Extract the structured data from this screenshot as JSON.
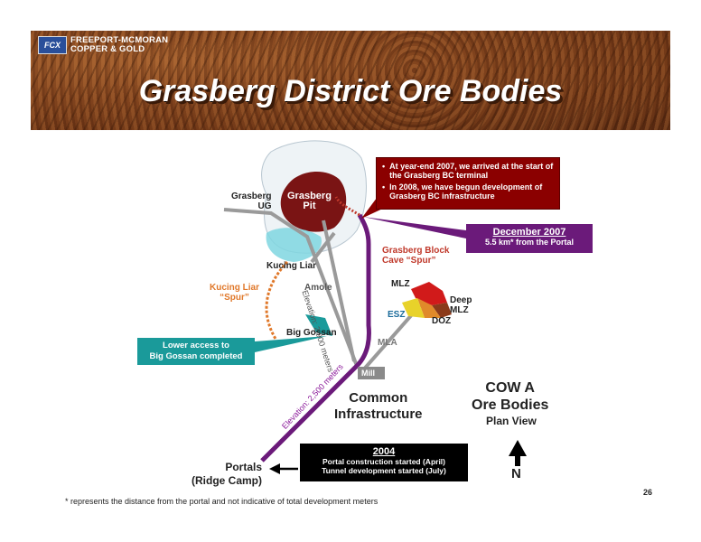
{
  "header": {
    "logo_mark": "FCX",
    "logo_line1": "FREEPORT-MCMORAN",
    "logo_line2": "COPPER & GOLD",
    "title": "Grasberg District Ore Bodies"
  },
  "labels": {
    "grasberg_ug": "Grasberg\nUG",
    "grasberg_pit": "Grasberg\nPit",
    "kucing_liar": "Kucing Liar",
    "kucing_liar_spur": "Kucing Liar\n“Spur”",
    "amole": "Amole",
    "big_gossan": "Big Gossan",
    "grasberg_block_cave_spur": "Grasberg Block\nCave “Spur”",
    "mlz": "MLZ",
    "deep_mlz": "Deep\nMLZ",
    "esz": "ESZ",
    "doz": "DOZ",
    "mla": "MLA",
    "mill": "Mill",
    "elevation_2900": "Elevation: 2,900  meters",
    "elevation_2500": "Elevation: 2,500 meters",
    "common_infrastructure": "Common\nInfrastructure",
    "portals": "Portals\n(Ridge Camp)",
    "cowa_title": "COW A\nOre Bodies",
    "plan_view": "Plan View",
    "north": "N"
  },
  "callouts": {
    "yearend_bullets": [
      "At year-end 2007, we arrived at the start of the Grasberg BC terminal",
      "In 2008, we have begun development of Grasberg BC infrastructure"
    ],
    "december_title": "December 2007",
    "december_sub": "5.5 km* from the Portal",
    "big_gossan_note": "Lower access to\nBig Gossan completed",
    "year_2004": "2004",
    "year_2004_line1": "Portal construction started (April)",
    "year_2004_line2": "Tunnel development started (July)"
  },
  "footer": {
    "footnote": "*  represents the distance from the portal and not indicative of total development meters",
    "page_number": "26"
  },
  "colors": {
    "purple": "#6b1a7a",
    "dark_red": "#8b0000",
    "teal": "#1a9a9a",
    "orange": "#e0782a",
    "gray": "#9a9a9a"
  }
}
